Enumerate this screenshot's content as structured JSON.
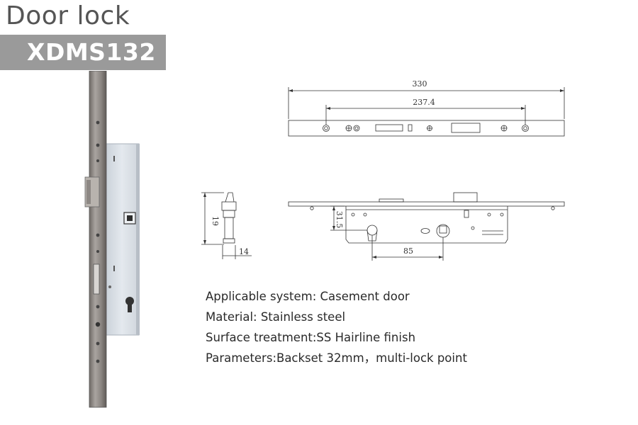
{
  "header": {
    "title": "Door lock",
    "model": "XDMS132"
  },
  "dimensions": {
    "overall_length": "330",
    "hole_spacing": "237.4",
    "height": "19",
    "width": "14",
    "cylinder_offset": "31.5",
    "backset_spacing": "85"
  },
  "specs": [
    {
      "text": "Applicable system: Casement door"
    },
    {
      "text": "Material: Stainless steel"
    },
    {
      "text": "Surface treatment:SS Hairline finish"
    },
    {
      "text": "Parameters:Backset 32mm，multi-lock point"
    }
  ],
  "colors": {
    "band": "#9a9a9a",
    "title": "#555555",
    "faceplate": "#8f8a86",
    "case": "#dde3ea"
  }
}
